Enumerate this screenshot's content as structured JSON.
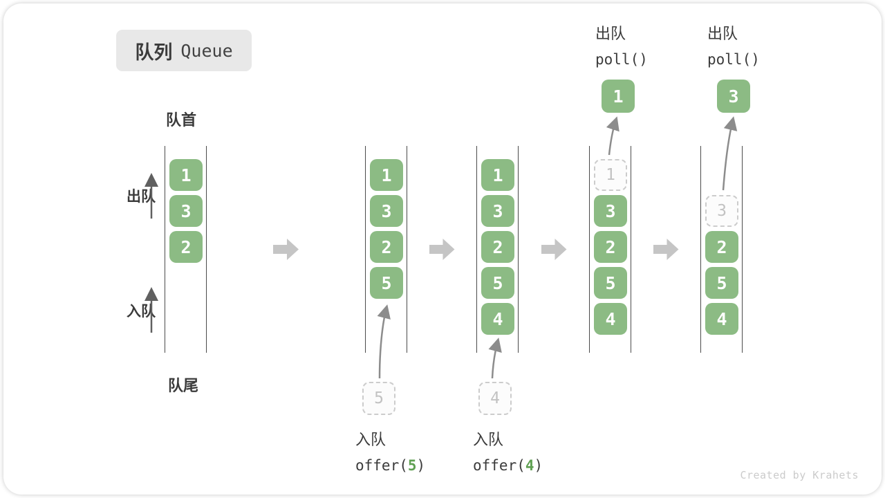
{
  "title": {
    "zh": "队列",
    "en": "Queue"
  },
  "labels": {
    "front": "队首",
    "rear": "队尾",
    "dequeue": "出队",
    "enqueue": "入队"
  },
  "watermark": "Created by Krahets",
  "colors": {
    "box_green": "#8cbb84",
    "code_accent_green": "#5fa052",
    "block_arrow_gray": "#c5c5c5",
    "column_line": "#4a4a4a",
    "curved_arrow": "#8c8c8c",
    "dashed_border": "#cccccc",
    "dashed_text": "#c2c2c2",
    "label_text": "#3b3b3b",
    "watermark_gray": "#cbcbcb",
    "title_bg": "#e8e8e8"
  },
  "states": [
    {
      "name": "initial",
      "cells": [
        {
          "slot": 0,
          "value": "1",
          "kind": "solid"
        },
        {
          "slot": 1,
          "value": "3",
          "kind": "solid"
        },
        {
          "slot": 2,
          "value": "2",
          "kind": "solid"
        }
      ]
    },
    {
      "name": "after-offer-5",
      "cells": [
        {
          "slot": 0,
          "value": "1",
          "kind": "solid"
        },
        {
          "slot": 1,
          "value": "3",
          "kind": "solid"
        },
        {
          "slot": 2,
          "value": "2",
          "kind": "solid"
        },
        {
          "slot": 3,
          "value": "5",
          "kind": "solid"
        }
      ],
      "pending": "5",
      "op": {
        "position": "bottom",
        "label": "入队",
        "code_pre": "offer(",
        "code_accent": "5",
        "code_post": ")"
      }
    },
    {
      "name": "after-offer-4",
      "cells": [
        {
          "slot": 0,
          "value": "1",
          "kind": "solid"
        },
        {
          "slot": 1,
          "value": "3",
          "kind": "solid"
        },
        {
          "slot": 2,
          "value": "2",
          "kind": "solid"
        },
        {
          "slot": 3,
          "value": "5",
          "kind": "solid"
        },
        {
          "slot": 4,
          "value": "4",
          "kind": "solid"
        }
      ],
      "pending": "4",
      "op": {
        "position": "bottom",
        "label": "入队",
        "code_pre": "offer(",
        "code_accent": "4",
        "code_post": ")"
      }
    },
    {
      "name": "after-poll-1",
      "cells": [
        {
          "slot": 0,
          "value": "1",
          "kind": "dashed"
        },
        {
          "slot": 1,
          "value": "3",
          "kind": "solid"
        },
        {
          "slot": 2,
          "value": "2",
          "kind": "solid"
        },
        {
          "slot": 3,
          "value": "5",
          "kind": "solid"
        },
        {
          "slot": 4,
          "value": "4",
          "kind": "solid"
        }
      ],
      "popped": "1",
      "op": {
        "position": "top",
        "label": "出队",
        "code_pre": "poll()",
        "code_accent": "",
        "code_post": ""
      }
    },
    {
      "name": "after-poll-3",
      "cells": [
        {
          "slot": 1,
          "value": "3",
          "kind": "dashed"
        },
        {
          "slot": 2,
          "value": "2",
          "kind": "solid"
        },
        {
          "slot": 3,
          "value": "5",
          "kind": "solid"
        },
        {
          "slot": 4,
          "value": "4",
          "kind": "solid"
        }
      ],
      "popped": "3",
      "op": {
        "position": "top",
        "label": "出队",
        "code_pre": "poll()",
        "code_accent": "",
        "code_post": ""
      }
    }
  ]
}
